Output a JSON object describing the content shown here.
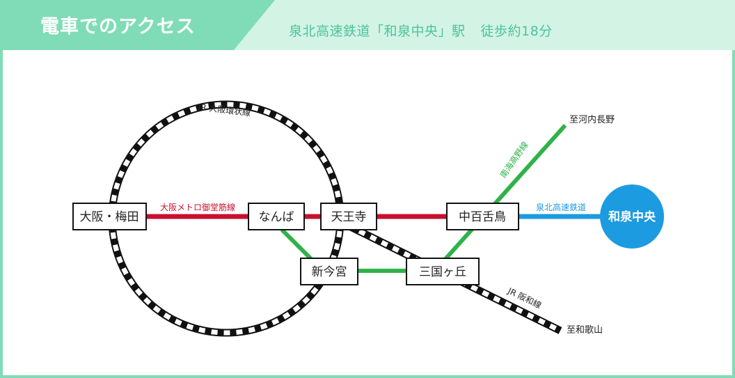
{
  "header": {
    "title": "電車でのアクセス",
    "access": "泉北高速鉄道「和泉中央」駅",
    "walk": "徒歩約18分"
  },
  "lines": {
    "jr_loop": "JR 大阪環状線",
    "midosuji": "大阪メトロ御堂筋線",
    "nankai": "南海高野線",
    "senboku": "泉北高速鉄道",
    "hanwa": "JR 阪和線"
  },
  "stations": {
    "osaka_umeda": "大阪・梅田",
    "namba": "なんば",
    "tennoji": "天王寺",
    "nakamozu": "中百舌鳥",
    "shin_imamiya": "新今宮",
    "mikunigaoka": "三国ヶ丘",
    "izumi_chuo": "和泉中央"
  },
  "destinations": {
    "kawachinagano": "至河内長野",
    "wakayama": "至和歌山"
  },
  "colors": {
    "accent": "#7fdcb6",
    "accent_light": "#d3f3e5",
    "header_text": "#4cc49a",
    "metro_red": "#c8102e",
    "nankai_green": "#2fb24a",
    "senboku_blue": "#1c9be0",
    "jr_black": "#111111"
  }
}
